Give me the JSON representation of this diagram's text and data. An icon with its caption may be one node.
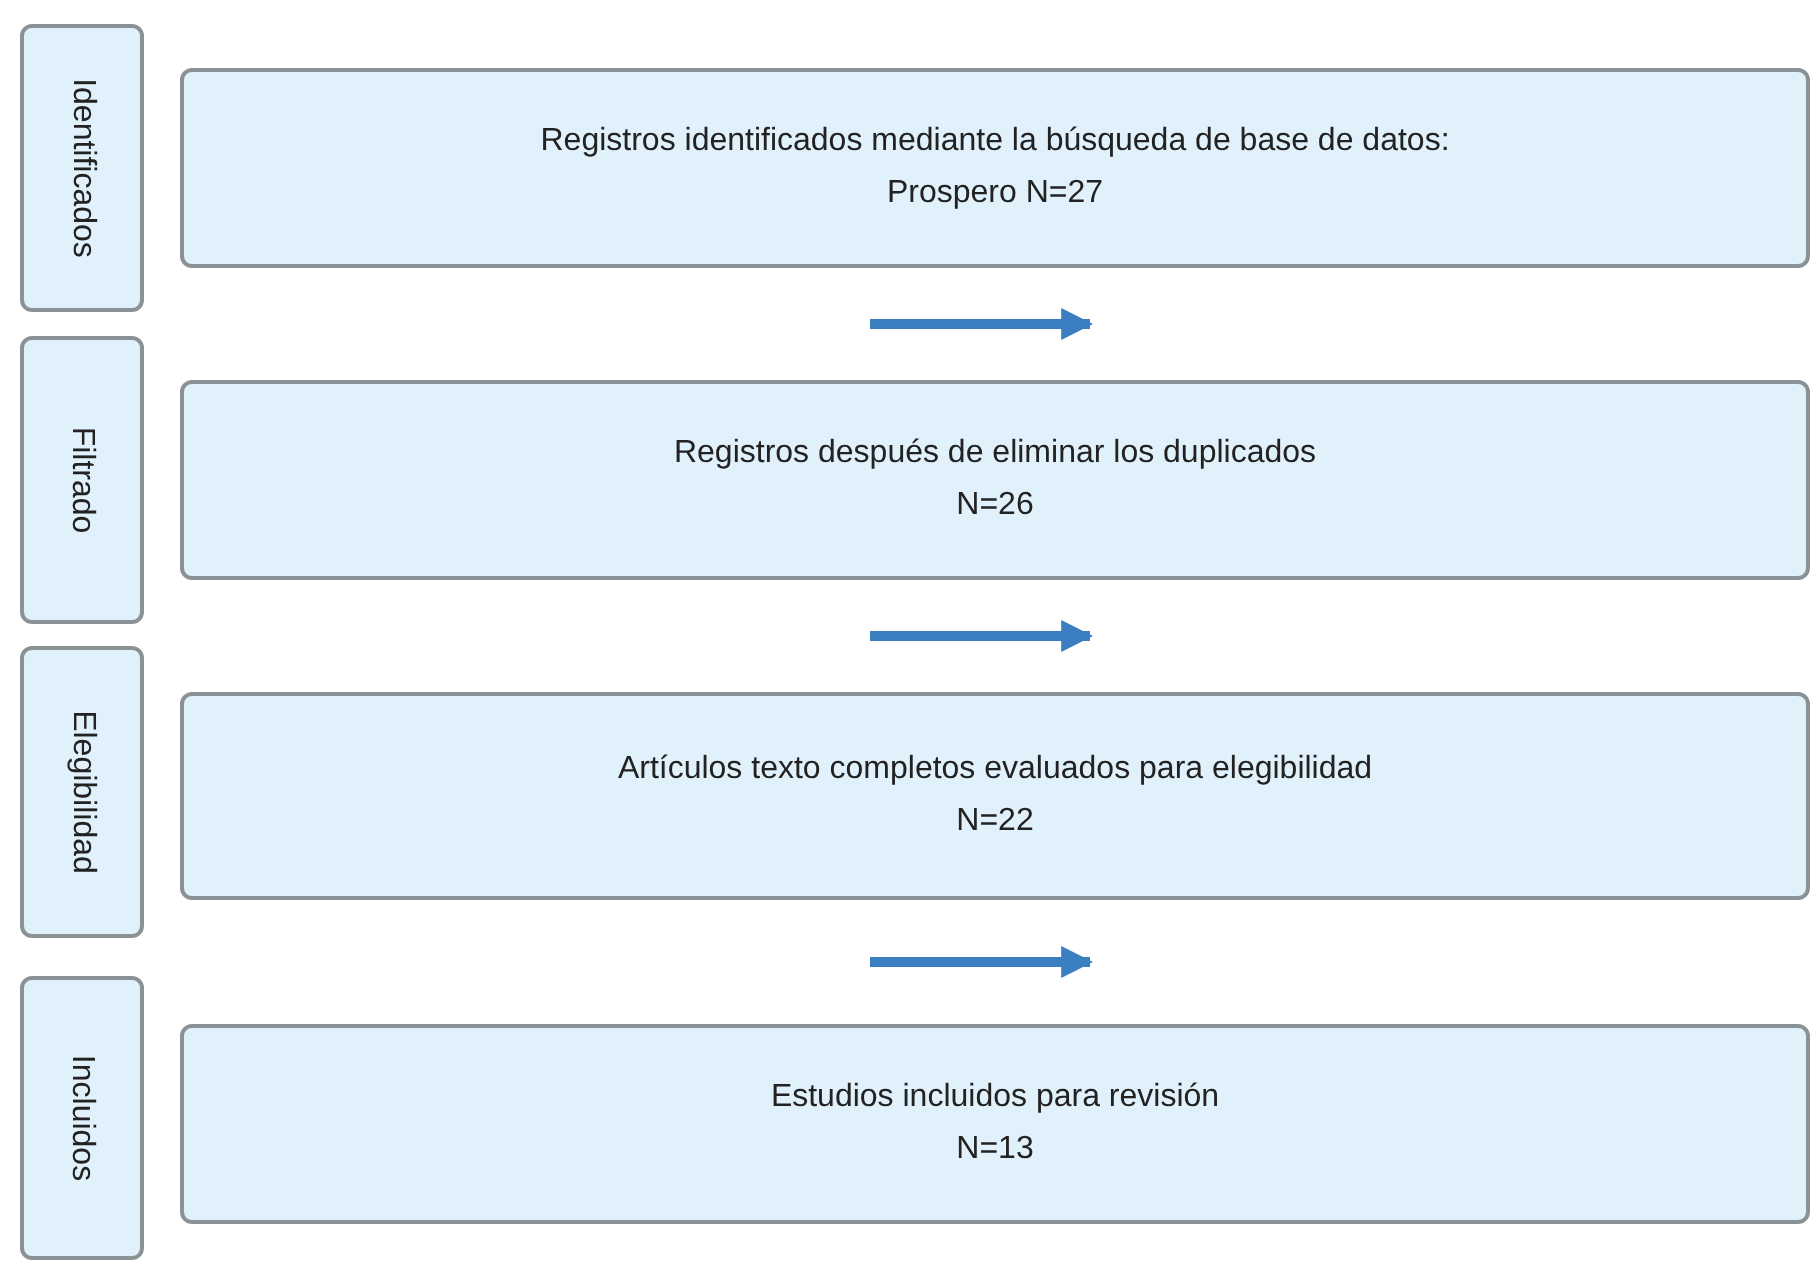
{
  "diagram": {
    "nodes": [
      {
        "text": [
          "Identificados"
        ]
      },
      {
        "text": [
          "Registros identificados mediante la búsqueda de base de datos:",
          "Prospero N=27"
        ]
      },
      {
        "text": [
          "Filtrado"
        ]
      },
      {
        "text": [
          "Registros después de eliminar los duplicados",
          "N=26"
        ]
      },
      {
        "text": [
          "Elegibilidad"
        ]
      },
      {
        "text": [
          "Artículos texto completos evaluados para elegibilidad",
          "N=22"
        ]
      },
      {
        "text": [
          "Incluidos"
        ]
      },
      {
        "text": [
          "Estudios incluidos para revisión",
          "N=13"
        ]
      }
    ]
  }
}
